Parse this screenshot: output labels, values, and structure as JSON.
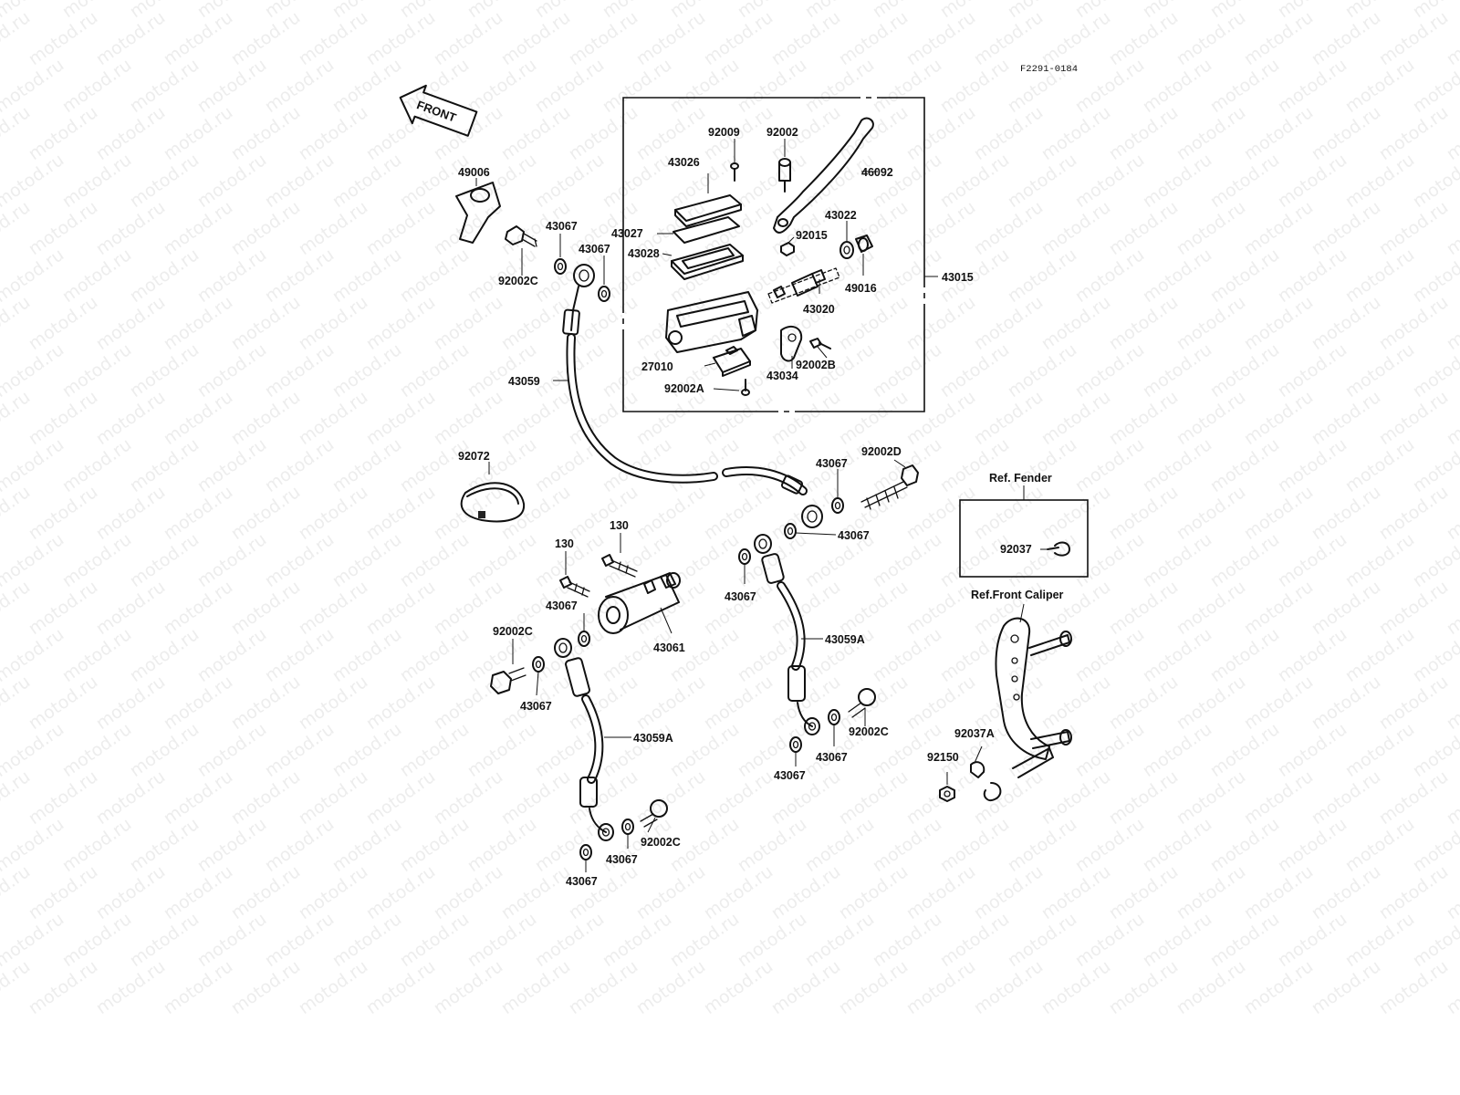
{
  "diagram_code": "F2291-0184",
  "watermark": "motod.ru",
  "front_label": "FRONT",
  "labels": {
    "p49006": "49006",
    "p43067_a": "43067",
    "p92002c_a": "92002C",
    "p43067_b": "43067",
    "p43059": "43059",
    "p92009": "92009",
    "p92002": "92002",
    "p43026": "43026",
    "p46092": "46092",
    "p43027": "43027",
    "p43028": "43028",
    "p43022": "43022",
    "p92015": "92015",
    "p49016": "49016",
    "p43020": "43020",
    "p43015": "43015",
    "p27010": "27010",
    "p92002b": "92002B",
    "p43034": "43034",
    "p92002a": "92002A",
    "p92072": "92072",
    "p43067_c": "43067",
    "p92002d": "92002D",
    "p43067_d": "43067",
    "p130_a": "130",
    "p130_b": "130",
    "p43067_e": "43067",
    "p43067_f": "43067",
    "p43061": "43061",
    "p43059a_a": "43059A",
    "p92002c_b": "92002C",
    "p43067_g": "43067",
    "p43059a_b": "43059A",
    "p92002c_c": "92002C",
    "p43067_h": "43067",
    "p43067_i": "43067",
    "p92002c_d": "92002C",
    "p43067_j": "43067",
    "p43067_k": "43067",
    "ref_fender": "Ref. Fender",
    "p92037": "92037",
    "ref_front_caliper": "Ref.Front Caliper",
    "p92037a": "92037A",
    "p92150": "92150"
  }
}
